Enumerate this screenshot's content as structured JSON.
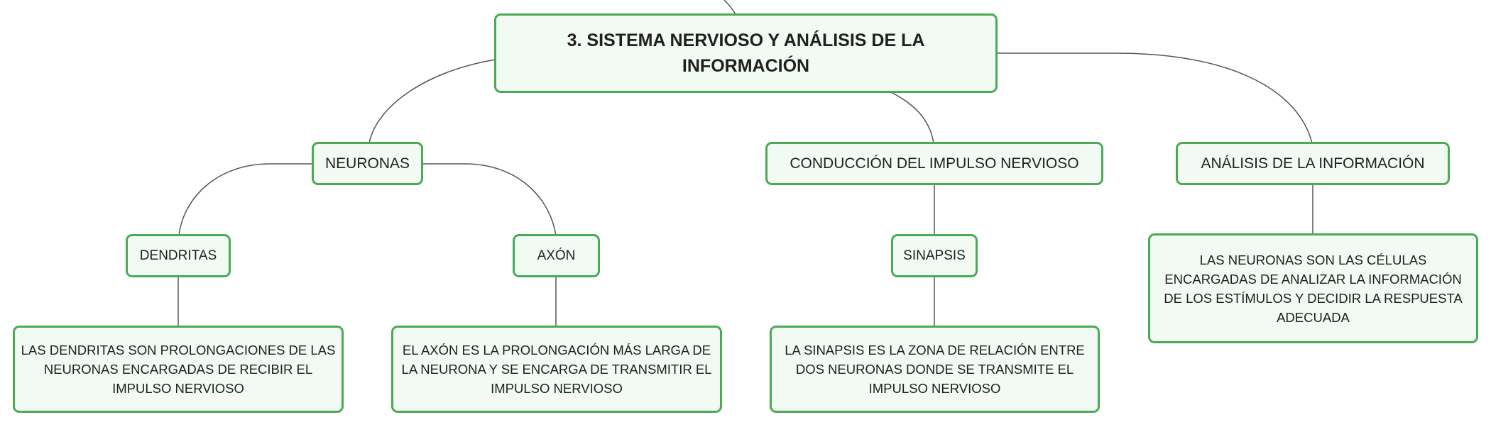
{
  "colors": {
    "node_border": "#4aaa55",
    "node_fill": "#f2faf4",
    "connector": "#555555",
    "text": "#1f1f1f"
  },
  "root": {
    "title": "3. SISTEMA NERVIOSO Y ANÁLISIS DE LA INFORMACIÓN"
  },
  "branches": {
    "neuronas": {
      "label": "NEURONAS",
      "dendritas": {
        "label": "DENDRITAS",
        "description": "LAS DENDRITAS SON PROLONGACIONES DE LAS NEURONAS ENCARGADAS DE RECIBIR EL IMPULSO NERVIOSO"
      },
      "axon": {
        "label": "AXÓN",
        "description": "EL AXÓN ES LA PROLONGACIÓN MÁS LARGA DE LA NEURONA Y SE ENCARGA DE TRANSMITIR EL IMPULSO NERVIOSO"
      }
    },
    "conduccion": {
      "label": "CONDUCCIÓN DEL IMPULSO NERVIOSO",
      "sinapsis": {
        "label": "SINAPSIS",
        "description": "LA SINAPSIS ES LA ZONA DE RELACIÓN ENTRE DOS NEURONAS DONDE SE TRANSMITE EL IMPULSO NERVIOSO"
      }
    },
    "analisis": {
      "label": "ANÁLISIS DE LA INFORMACIÓN",
      "description": "LAS NEURONAS SON LAS CÉLULAS ENCARGADAS DE ANALIZAR LA INFORMACIÓN DE LOS ESTÍMULOS Y DECIDIR LA RESPUESTA ADECUADA"
    }
  }
}
